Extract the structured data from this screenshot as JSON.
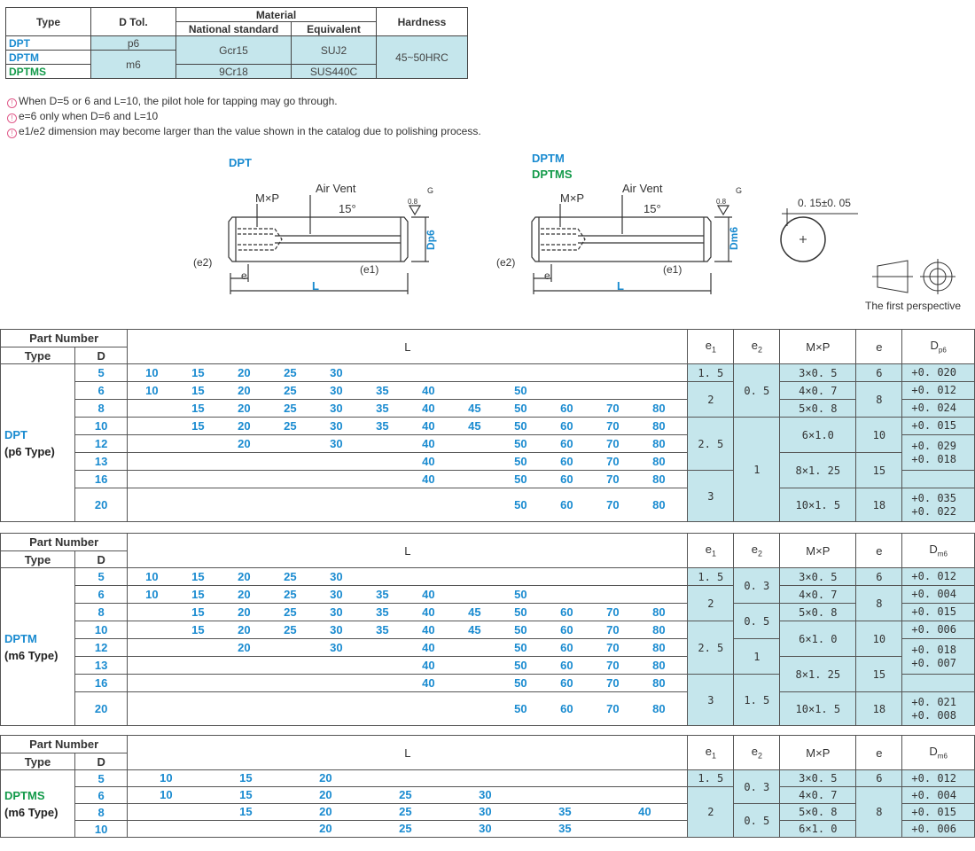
{
  "material_table": {
    "headers": {
      "type": "Type",
      "dtol": "D Tol.",
      "material": "Material",
      "national": "National standard",
      "equivalent": "Equivalent",
      "hardness": "Hardness"
    },
    "rows": [
      {
        "type": "DPT",
        "dtol": "p6"
      },
      {
        "type": "DPTM",
        "dtol": "m6"
      },
      {
        "type": "DPTMS"
      }
    ],
    "gcr": "Gcr15",
    "suj": "SUJ2",
    "cr18": "9Cr18",
    "sus": "SUS440C",
    "hrc": "45~50HRC"
  },
  "notes": [
    "When D=5 or 6 and L=10,  the pilot hole for tapping may go through.",
    "e=6 only when D=6 and L=10",
    "e1/e2 dimension may become larger than the value shown in the catalog due to polishing process."
  ],
  "note_icon": "caution-icon",
  "drawings": {
    "dpt": {
      "title": "DPT",
      "mxp": "M×P",
      "air": "Air Vent",
      "angle": "15°",
      "e2": "(e2)",
      "e1": "(e1)",
      "e": "e",
      "L": "L",
      "D": "Dp6",
      "rough": "0.8",
      "g": "G"
    },
    "dptm": {
      "title1": "DPTM",
      "title2": "DPTMS",
      "mxp": "M×P",
      "air": "Air Vent",
      "angle": "15°",
      "e2": "(e2)",
      "e1": "(e1)",
      "e": "e",
      "L": "L",
      "D": "Dm6",
      "rough": "0.8",
      "g": "G"
    },
    "circle": {
      "tol": "0. 15±0. 05"
    },
    "perspective": "The first perspective"
  },
  "table_headers": {
    "part_number": "Part Number",
    "type": "Type",
    "d": "D",
    "l": "L",
    "e1": "e1",
    "e2": "e2",
    "mxp": "M×P",
    "e": "e"
  },
  "dpt_table": {
    "type": "DPT",
    "sub": "(p6 Type)",
    "dtol": "Dp6",
    "rows": [
      {
        "d": "5",
        "l": [
          "10",
          "15",
          "20",
          "25",
          "30",
          "",
          "",
          "",
          "",
          "",
          "",
          ""
        ]
      },
      {
        "d": "6",
        "l": [
          "10",
          "15",
          "20",
          "25",
          "30",
          "35",
          "40",
          "",
          "50",
          "",
          "",
          ""
        ]
      },
      {
        "d": "8",
        "l": [
          "",
          "15",
          "20",
          "25",
          "30",
          "35",
          "40",
          "45",
          "50",
          "60",
          "70",
          "80"
        ]
      },
      {
        "d": "10",
        "l": [
          "",
          "15",
          "20",
          "25",
          "30",
          "35",
          "40",
          "45",
          "50",
          "60",
          "70",
          "80"
        ]
      },
      {
        "d": "12",
        "l": [
          "",
          "",
          "20",
          "",
          "30",
          "",
          "40",
          "",
          "50",
          "60",
          "70",
          "80"
        ]
      },
      {
        "d": "13",
        "l": [
          "",
          "",
          "",
          "",
          "",
          "",
          "40",
          "",
          "50",
          "60",
          "70",
          "80"
        ]
      },
      {
        "d": "16",
        "l": [
          "",
          "",
          "",
          "",
          "",
          "",
          "40",
          "",
          "50",
          "60",
          "70",
          "80"
        ]
      },
      {
        "d": "20",
        "l": [
          "",
          "",
          "",
          "",
          "",
          "",
          "",
          "",
          "50",
          "60",
          "70",
          "80"
        ]
      }
    ],
    "e1": [
      "1. 5",
      "2",
      "2. 5",
      "3"
    ],
    "e2": [
      "0. 5",
      "1"
    ],
    "mxp": [
      "3×0. 5",
      "4×0. 7",
      "5×0. 8",
      "6×1.0",
      "8×1. 25",
      "10×1. 5"
    ],
    "e": [
      "6",
      "8",
      "10",
      "15",
      "18"
    ],
    "tol": [
      "+0. 020",
      "+0. 012",
      "+0. 024",
      "+0. 015",
      "+0. 029",
      "+0. 018",
      "+0. 035",
      "+0. 022"
    ]
  },
  "dptm_table": {
    "type": "DPTM",
    "sub": "(m6 Type)",
    "dtol": "Dm6",
    "rows": [
      {
        "d": "5",
        "l": [
          "10",
          "15",
          "20",
          "25",
          "30",
          "",
          "",
          "",
          "",
          "",
          "",
          ""
        ]
      },
      {
        "d": "6",
        "l": [
          "10",
          "15",
          "20",
          "25",
          "30",
          "35",
          "40",
          "",
          "50",
          "",
          "",
          ""
        ]
      },
      {
        "d": "8",
        "l": [
          "",
          "15",
          "20",
          "25",
          "30",
          "35",
          "40",
          "45",
          "50",
          "60",
          "70",
          "80"
        ]
      },
      {
        "d": "10",
        "l": [
          "",
          "15",
          "20",
          "25",
          "30",
          "35",
          "40",
          "45",
          "50",
          "60",
          "70",
          "80"
        ]
      },
      {
        "d": "12",
        "l": [
          "",
          "",
          "20",
          "",
          "30",
          "",
          "40",
          "",
          "50",
          "60",
          "70",
          "80"
        ]
      },
      {
        "d": "13",
        "l": [
          "",
          "",
          "",
          "",
          "",
          "",
          "40",
          "",
          "50",
          "60",
          "70",
          "80"
        ]
      },
      {
        "d": "16",
        "l": [
          "",
          "",
          "",
          "",
          "",
          "",
          "40",
          "",
          "50",
          "60",
          "70",
          "80"
        ]
      },
      {
        "d": "20",
        "l": [
          "",
          "",
          "",
          "",
          "",
          "",
          "",
          "",
          "50",
          "60",
          "70",
          "80"
        ]
      }
    ],
    "e1": [
      "1. 5",
      "2",
      "2. 5",
      "3"
    ],
    "e2": [
      "0. 3",
      "0. 5",
      "1",
      "1. 5"
    ],
    "mxp": [
      "3×0. 5",
      "4×0. 7",
      "5×0. 8",
      "6×1. 0",
      "8×1. 25",
      "10×1. 5"
    ],
    "e": [
      "6",
      "8",
      "10",
      "15",
      "18"
    ],
    "tol": [
      "+0. 012",
      "+0. 004",
      "+0. 015",
      "+0. 006",
      "+0. 018",
      "+0. 007",
      "+0. 021",
      "+0. 008"
    ]
  },
  "dptms_table": {
    "type": "DPTMS",
    "sub": "(m6 Type)",
    "dtol": "Dm6",
    "rows": [
      {
        "d": "5",
        "l": [
          "10",
          "15",
          "20",
          "",
          "",
          ""
        ]
      },
      {
        "d": "6",
        "l": [
          "10",
          "15",
          "20",
          "25",
          "30",
          ""
        ]
      },
      {
        "d": "8",
        "l": [
          "",
          "15",
          "20",
          "25",
          "30",
          "35",
          "40"
        ]
      },
      {
        "d": "10",
        "l": [
          "",
          "",
          "20",
          "25",
          "30",
          "35",
          ""
        ]
      }
    ],
    "e1": [
      "1. 5",
      "2"
    ],
    "e2": [
      "0. 3",
      "0. 5"
    ],
    "mxp": [
      "3×0. 5",
      "4×0. 7",
      "5×0. 8",
      "6×1. 0"
    ],
    "e": [
      "6",
      "8"
    ],
    "tol": [
      "+0. 012",
      "+0. 004",
      "+0. 015",
      "+0. 006"
    ]
  }
}
